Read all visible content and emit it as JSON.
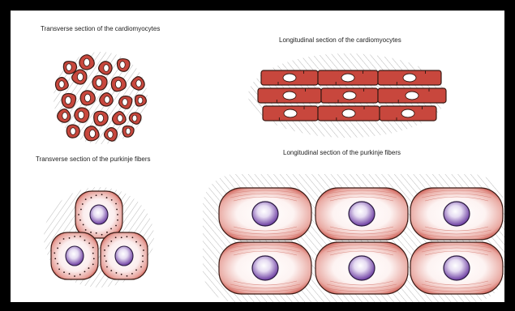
{
  "captions": {
    "transverse_cardiomyocytes": "Transverse section of the cardiomyocytes",
    "longitudinal_cardiomyocytes": "Longitudinal section of the cardiomyocytes",
    "transverse_purkinje": "Transverse section of the purkinje fibers",
    "longitudinal_purkinje": "Longitudinal section of the purkinje fibers"
  },
  "colors": {
    "frame": "#000000",
    "background": "#ffffff",
    "cell_fill": "#c8473d",
    "cell_outline": "#3a1a14",
    "nucleus_fill": "#ffffff",
    "purkinje_nucleus": "#6a3aa0",
    "purkinje_edge": "#c23a30"
  }
}
